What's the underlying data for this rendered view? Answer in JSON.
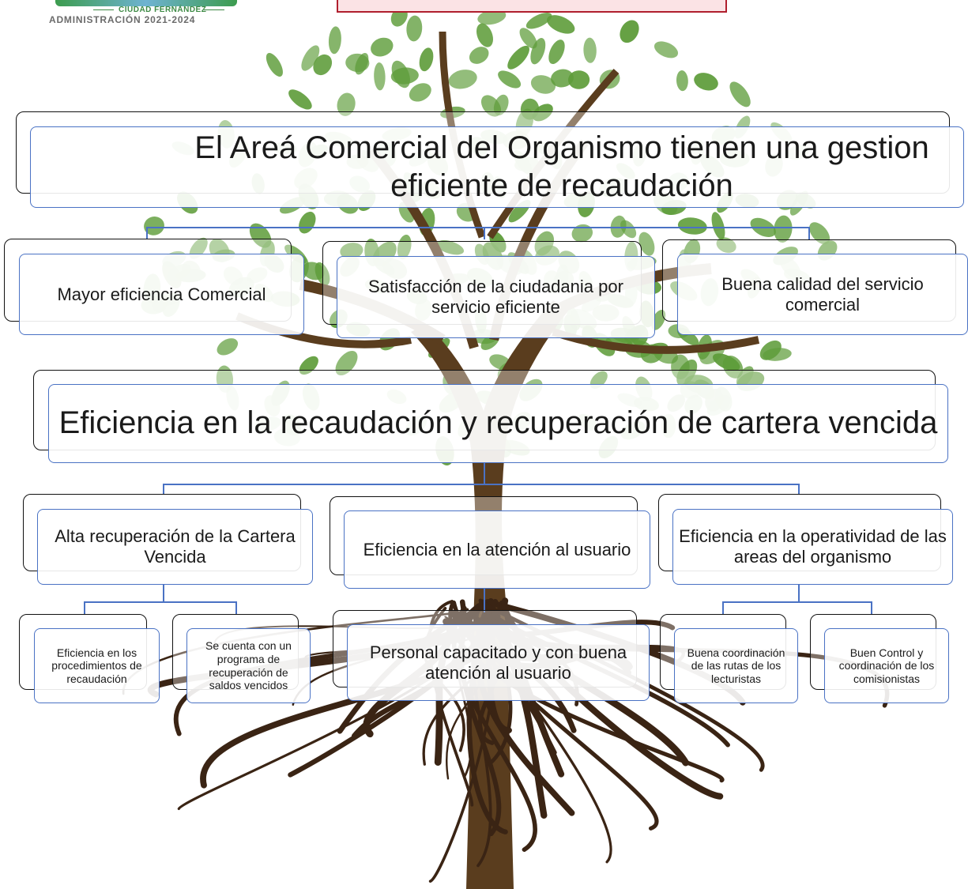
{
  "header": {
    "logo_line1": "CIUDAD FERNÁNDEZ",
    "logo_line2": "ADMINISTRACIÓN 2021-2024"
  },
  "objective": {
    "main": "El  Areá Comercial del Organismo tienen una gestion eficiente de recaudación"
  },
  "ends": [
    "Mayor eficiencia Comercial",
    "Satisfacción de la ciudadania por servicio eficiente",
    "Buena calidad del servicio comercial"
  ],
  "central": "Eficiencia en la recaudación y recuperación de cartera vencida",
  "components": [
    "Alta recuperación de la Cartera Vencida",
    "Eficiencia en la atención al usuario",
    "Eficiencia en la  operatividad de las areas del organismo"
  ],
  "activities": [
    "Eficiencia en los procedimientos de recaudación",
    "Se cuenta con un programa de recuperación de saldos vencidos",
    "Personal capacitado y con buena atención al usuario",
    "Buena coordinación de las rutas de los lecturistas",
    "Buen Control y coordinación de los comisionistas"
  ],
  "colors": {
    "box_border": "#4a72c4",
    "shadow_border": "#111111",
    "leaf": "#5e9c3a",
    "trunk": "#5a3d1e",
    "root": "#3a2414",
    "header_box_border": "#b01f2e"
  }
}
